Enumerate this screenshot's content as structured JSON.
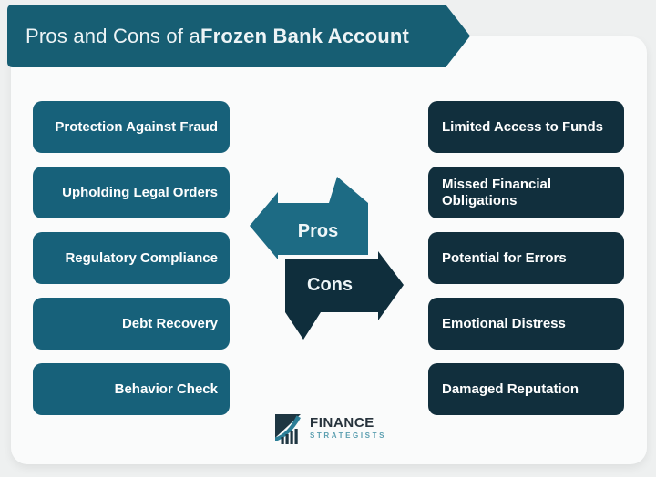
{
  "page": {
    "background_color": "#eef0f0",
    "card_color": "#fafbfb"
  },
  "header": {
    "title_regular": "Pros and Cons of a",
    "title_bold": "Frozen Bank Account",
    "banner_color": "#175e73"
  },
  "pros": {
    "label": "Pros",
    "arrow_color": "#1d6b84",
    "button_color": "#17617a",
    "items": [
      "Protection Against Fraud",
      "Upholding Legal Orders",
      "Regulatory Compliance",
      "Debt Recovery",
      "Behavior Check"
    ]
  },
  "cons": {
    "label": "Cons",
    "arrow_color": "#0f2e3c",
    "button_color": "#112f3d",
    "items": [
      "Limited Access to Funds",
      "Missed Financial Obligations",
      "Potential for Errors",
      "Emotional Distress",
      "Damaged Reputation"
    ]
  },
  "footer": {
    "brand_name": "FINANCE",
    "brand_subtitle": "STRATEGISTS",
    "brand_name_color": "#27333c",
    "brand_subtitle_color": "#5b9fb0"
  }
}
